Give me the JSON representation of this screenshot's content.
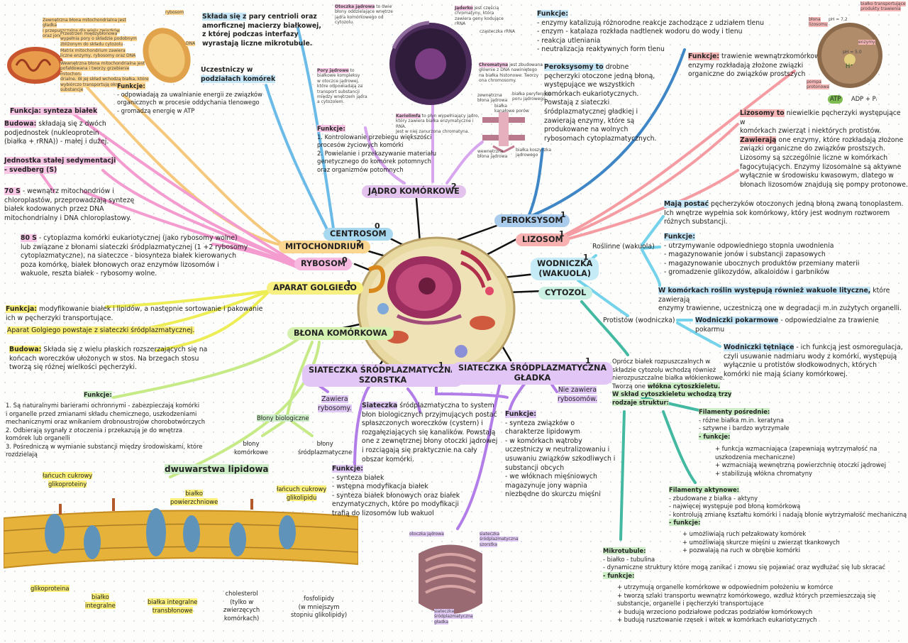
{
  "hub": {
    "centrosom": "CENTROSOM",
    "mitochondrium": "MITOCHONDRIUM",
    "rybosom": "RYBOSOM",
    "aparat": "APARAT GOLGIEGO",
    "blona": "BŁONA KOMÓRKOWA",
    "jadro": "JĄDRO KOMÓRKOWE",
    "peroksysom": "PEROKSYSOM",
    "lizosom": "LIZOSOM",
    "wodniczka": "WODNICZKA\n(WAKUOLA)",
    "cytozol": "CYTOZOL",
    "ser_szorstka": "SIATECZKA ŚRÓDPLAZMATYCZNA\nSZORSTKA",
    "ser_gladka": "SIATECZKA ŚRÓDPLAZMATYCZNA\nGŁADKA"
  },
  "counts": {
    "centrosom": "0",
    "mitochondrium": "2",
    "rybosom": "0",
    "aparat": "1",
    "jadro": "2",
    "peroksysom": "1",
    "lizosom": "1",
    "wodniczka": "1",
    "ser_szorstka": "1",
    "ser_gladka": "1"
  },
  "mito_fig": {
    "t1": "Zewnętrzna błona mitochondrialna jest gładka\ni przepuszczalna dla wielu związków oraz jonów",
    "t2": "Przestrzeń międzybłonowa\nwypełnia pory o składzie podobnym\nzbliżonym do składu cytozolu",
    "t3": "Matrix mitochondrium zawiera\nliczne enzymy, rybosomy oraz DNA",
    "t4": "Wewnętrzna błona mitochondrialna jest\npofałdowana i tworzy grzebienie mitochon-\ndrialne. W jej skład wchodzą białka, które\nwybiórczo transportują określone substancje",
    "rybosom": "rybosom",
    "dna": "DNA"
  },
  "mito_functions": {
    "head": "Funkcje:",
    "body": "- odpowiadają za uwalnianie energii ze związków\n  organicznych w procesie oddychania tlenowego\n- gromadzą energię w ATP"
  },
  "centrosom_text": {
    "a": "Składa się z",
    "b": " pary centrioli oraz\namorficznej macierzy białkowej,\nz której podczas interfazy\nwyrastają liczne mikrotubule."
  },
  "centrosom_text2": {
    "a": "Uczestniczy w\n",
    "b": "podziałach komórek"
  },
  "nucleus_fig": {
    "otoczka": "Otoczka jądrowa",
    "otoczka_rest": " to dwie\nbłony oddzielające wnętrze\njądra komórkowego od\ncytozolu.",
    "jaderko": "Jąderko",
    "jaderko_rest": " jest częścią\nchromatyny, która\nzawiera geny kodujące\nrRNA",
    "kom_rna": "cząsteczka rRNA",
    "pory": "Pory jądrowe",
    "pory_rest": " to\nbiałkowe kompleksy\nw otoczce jądrowej,\nktóre odpowiadają za\ntransport substancji\nmiędzy wnętrzem jądra\na cytozolem.",
    "chromatyna": "Chromatyna",
    "chromatyna_rest": " jest zbudowana\ngłównie z DNA nawiniętego\nna białka histonowe. Tworzy\nona chromosomy.",
    "kariolimfa": "Kariolimfa",
    "kariolimfa_rest": " to płyn wypełniający jądro,\nktóry zawiera białka enzymatyczne i RNA.\nJest w niej zanurzona chromatyna.",
    "pore_l1": "zewnętrzna\nbłona jądrowa",
    "pore_l2": "białka peryferyjne\nporu jądrowego",
    "pore_l3": "białka\nkanałowe porów",
    "pore_l4": "wewnętrzna\nbłona jądrowa",
    "pore_l5": "białka koszyczka\njądrowego"
  },
  "nucleus_functions": {
    "head": "Funkcje:",
    "body": "1. Kontrolowanie przebiegu większości\n    procesów życiowych komórki\n2. Powielanie i przekazywanie materiału\n    genetycznego do komórek potomnych\n    oraz organizmów potomnych"
  },
  "perox_functions": {
    "head": "Funkcje:",
    "body": "- enzymy katalizują różnorodne reakcje zachodzące z udziałem tlenu\n- enzym - katalaza rozkłada nadtlenek wodoru do wody i tlenu\n- reakcja utleniania\n- neutralizacja reaktywnych form tlenu"
  },
  "perox_desc": {
    "a": "Peroksysomy to",
    "b": " drobne\npęcherzyki otoczone jedną błoną,\nwystępujące we wszystkich\nkomórkach eukariotycznych.\nPowstają z siateczki\nśródplazmatycznej gładkiej i\nzawierają enzymy, które są\nprodukowane na wolnych\nrybosomach cytoplazmatycznych."
  },
  "lyso_functions": {
    "a": "Funkcje:",
    "b": " trawienie wewnątrzkomórkowe,\nenzymy rozkładają złożone związki\norganiczne do związków prostszych"
  },
  "lyso_fig": {
    "ph72": "pH = 7,2",
    "ph50": "pH = 5,0",
    "bialko_transp": "białko transportujące\nprodukty trawienia",
    "blona": "błona\nlizosomu",
    "enzymy": "enzymy",
    "pompa": "pompa\nprotonowa",
    "h": "H⁺",
    "atp": "ATP",
    "adp": "ADP + Pᵢ"
  },
  "lyso_desc": {
    "a": "Lizosomy to",
    "b": " niewielkie pęcherzyki występujące w\nkomórkach zwierząt i niektórych protistów.\n",
    "c": "Zawierają",
    "d": " one enzymy, które rozkładają złożone\nzwiązki organiczne do związków prostszych.\nLizosomy są szczególnie liczne w komórkach\nfagocytujących. Enzymy lizosomalne są aktywne\nwyłącznie w środowisku kwasowym, dlatego w\nbłonach lizosomów znajdują się pompy protonowe."
  },
  "ryb_left": {
    "funkcja": "Funkcja: synteza białek",
    "budowa_a": "Budowa:",
    "budowa_b": " składają się z dwóch\npodjednostek (nukleoprotein\n(białka + rRNA)) - małej i dużej.",
    "sved": "Jednostka stałej sedymentacji\n- svedberg (S)",
    "s70_a": "70 S",
    "s70_b": " - wewnątrz mitochondriów i\nchloroplastów, przeprowadzają syntezę\nbiałek kodowanych przez DNA\nmitochondrialny i DNA chloroplastowy.",
    "s80_a": "80 S",
    "s80_b": " - cytoplazma komórki eukariotycznej (jako rybosomy wolne)\nlub związane z błonami siateczki śródplazmatycznej (1 +2 rybosomy\ncytoplazmatyczne), na siateczce - biosynteza białek kierowanych\npoza komórkę, białek błonowych oraz enzymów lizosomów i\nwakuole, reszta białek - rybosomy wolne."
  },
  "golgi": {
    "funkcja_a": "Funkcja:",
    "funkcja_b": " modyfikowanie białek i lipidów, a następnie sortowanie i pakowanie\nich w pęcherzyki transportujące.",
    "powstaje": "Aparat Golgiego powstaje z siateczki śródplazmatycznej.",
    "budowa_a": "Budowa:",
    "budowa_b": " Składa się z wielu płaskich rozszerzających się na\nkońcach woreczków ułożonych w stos. Na brzegach stosu\ntworzą się różnej wielkości pęcherzyki."
  },
  "membrane": {
    "head": "Funkcje:",
    "body": "1. Są naturalnymi barierami ochronnymi - zabezpieczają komórki\ni organelle przed zmianami składu chemicznego, uszkodzeniami\nmechanicznymi oraz wnikaniem drobnoustrojów chorobotwórczych\n2. Odbierają sygnały z otoczenia i przekazują je do wnętrza\nkomórek lub organelli\n3. Pośredniczą w wymianie substancji między środowiskami, które\nrozdzielają",
    "bio": "Błony biologiczne",
    "kom": "błony\nkomórkowe",
    "srod": "błony\nśródplazmatyczne",
    "dwuw": "dwuwarstwa lipidowa",
    "lab_gp": "łańcuch cukrowy\nglikoproteiny",
    "lab_pow": "białko\npowierzchniowe",
    "lab_gl": "łańcuch cukrowy\nglikolipidu",
    "lab_glik": "glikoproteina",
    "lab_int": "białko\nintegralne",
    "lab_trans": "białka integralne\ntransbłonowe",
    "lab_chol": "cholesterol\n(tylko w\nzwierzęcych\nkomórkach)",
    "lab_fos": "fosfolipidy\n(w mniejszym\nstopniu glikolipidy)"
  },
  "rer": {
    "zawiera": "Zawiera\nrybosomy.",
    "desc_a": "Siateczka",
    "desc_b": " śródplazmatyczna to system\nbłon biologicznych przyjmujących postać\nspłaszczonych woreczków (cystern) i\nrozgałęziających się kanalików. Powstają\none z zewnętrznej błony otoczki jądrowej\ni rozciągają się praktycznie na cały\nobszar komórki.",
    "head": "Funkcje:",
    "body": "- synteza białek\n- wstępna modyfikacja białek\n- synteza białek błonowych oraz białek\nenzymatycznych, które po modyfikacji\ntrafią do lizosomów lub wakuol"
  },
  "ser": {
    "nie": "Nie zawiera\nrybosomów.",
    "head": "Funkcje:",
    "body": "- synteza związków o\ncharakterze lipidowym\n- w komórkach wątroby\nuczestniczy w neutralizowaniu i\nusuwaniu związków szkodliwych i\nsubstancji obcych\n- we włóknach mięśniowych\nmagazynuje jony wapnia\nniezbędne do skurczu mięśni",
    "lab_ot": "otoczka jądrowa",
    "lab_sz": "siateczka\nśródplazmatyczna\nszorstka",
    "lab_gl": "siateczka\nśródplazmatyczna\ngładka"
  },
  "vac": {
    "roslinne": "Roślinne (wakuola)",
    "postac_a": "Mają postać",
    "postac_b": " pęcherzyków otoczonych jedną błoną zwaną tonoplastem.\nIch wnętrze wypełnia sok komórkowy, który jest wodnym roztworem\nróżnych substancji.",
    "head": "Funkcje:",
    "body": "- utrzymywanie odpowiedniego stopnia uwodnienia\n- magazynowanie jonów i substancji zapasowych\n- magazynowanie ubocznych produktów przemiany materii\n- gromadzenie glikozydów, alkaloidów i garbników",
    "lityczne_a": "W komórkach roślin występują również wakuole lityczne,",
    "lityczne_b": " które zawierają\nenzymy trawienne, uczestniczą one w degradacji m.in zużytych organelli.",
    "protistow": "Protistów (wodniczka)",
    "pokarm_a": "Wodniczki pokarmowe",
    "pokarm_b": " - odpowiedzialne za trawienie pokarmu",
    "tetn_a": "Wodniczki tętniące",
    "tetn_b": " - ich funkcją jest osmoregulacja,\nczyli usuwanie nadmiaru wody z komórki, występują\nwyłącznie u protistów słodkowodnych, których\nkomórki nie mają ściany komórkowej."
  },
  "cyto": {
    "intro_a": "Oprócz białek rozpuszczalnych w\nskładzie cytozolu wchodzą również\nnierozpuszczalne białka włókienkowe.\nTworzą one ",
    "intro_b": "włókna cytoszkieletu.",
    "intro_c": "\nW skład cytoszkieletu wchodzą trzy\nrodzaje struktur:",
    "fp_head": "Filamenty pośrednie:",
    "fp_body": "- różne białka m.in. keratyna\n- sztywne i bardzo wytrzymałe",
    "fp_f": "- funkcje:",
    "fp_fb": "+ funkcja wzmacniająca (zapewniają wytrzymałość na\nuszkodzenia mechaniczne)\n+ wzmacniają wewnętrzną powierzchnię otoczki jądrowej\n+ stabilizują włókna chromatyny",
    "fa_head": "Filamenty aktynowe:",
    "fa_body": "- zbudowane z białka - aktyny\n- najwięcej występuje pod błoną komórkową\n- kontrolują zmianę kształtu komórki i nadają błonie wytrzymałość mechaniczną",
    "fa_f": "- funkcje:",
    "fa_fb": "+ umożliwiają ruch pełzakowaty komórek\n+ umożliwiają skurcze mięśni u zwierząt tkankowych\n+ pozwalają na ruch w obrębie komórki",
    "mt_head": "Mikrotubule:",
    "mt_body": "- białko - tubulina\n- dynamiczne struktury które mogą zanikać i znowu się pojawiać oraz wydłużać się lub skracać",
    "mt_f": "- funkcje:",
    "mt_fb": "+ utrzymują organelle komórkowe w odpowiednim położeniu w komórce\n+ tworzą szlaki transportu wewnątrz komórkowego, wzdłuż których przemieszczają się\nsubstancje, organelle i pęcherzyki transportujące\n+ budują wrzeciono podziałowe podczas podziałów komórkowych\n+ budują rusztowanie rzęsek i witek w komórkach eukariotycznych"
  },
  "colors": {
    "pink": "#f08fc8",
    "blue": "#4da6dc",
    "yellow": "#e7e64a",
    "green": "#b7e27a",
    "violet": "#b27de8",
    "teal": "#3bb7a0",
    "red": "#f08a8a",
    "cyan": "#5fd0e6"
  }
}
